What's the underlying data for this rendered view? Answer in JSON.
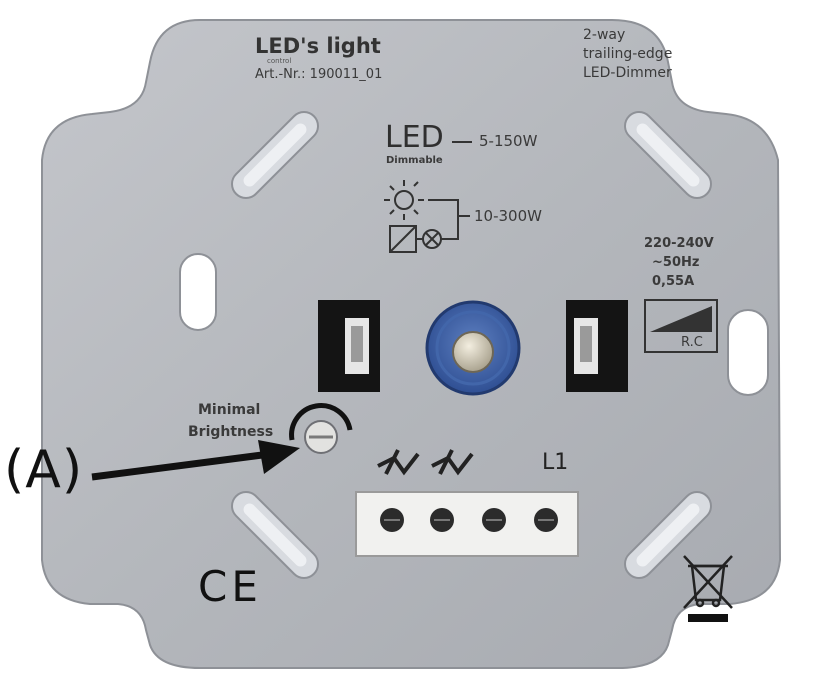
{
  "brand": {
    "logo": "LED's light",
    "logo_sub": "control",
    "article_number": "Art.-Nr.: 190011_01"
  },
  "product_lines": [
    "2-way",
    "trailing-edge",
    "LED-Dimmer"
  ],
  "load_ratings": {
    "led_label": "LED",
    "led_sub": "Dimmable",
    "led_power": "5-150W",
    "other_power": "10-300W"
  },
  "electrical": {
    "voltage": "220-240V",
    "frequency": "~50Hz",
    "current": "0,55A",
    "rc_label": "R.C"
  },
  "minimal_brightness": {
    "line1": "Minimal",
    "line2": "Brightness"
  },
  "terminal_label": "L1",
  "ce_mark": "CE",
  "callout": "(A)"
}
